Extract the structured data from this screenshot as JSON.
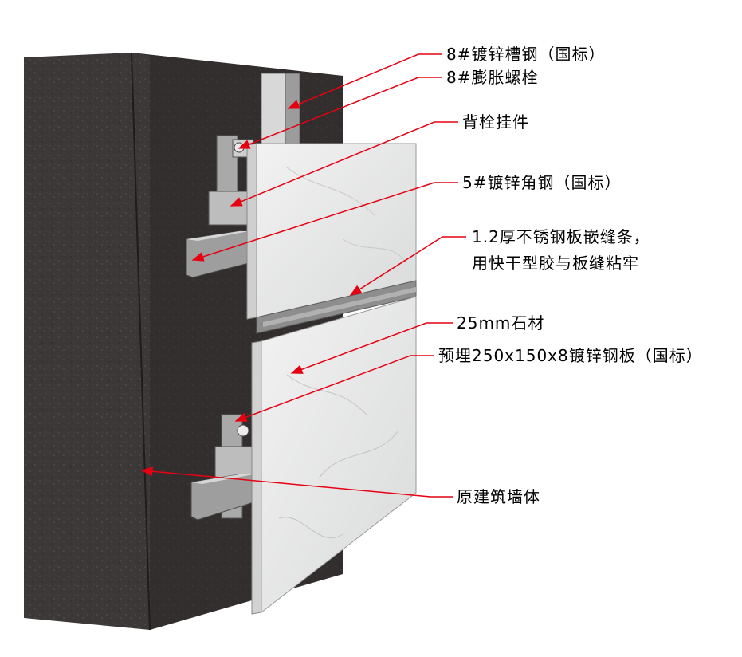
{
  "labels": {
    "channel_steel": "8#镀锌槽钢（国标）",
    "expansion_bolt": "8#膨胀螺栓",
    "back_bolt_hanger": "背栓挂件",
    "angle_steel": "5#镀锌角钢（国标）",
    "joint_strip_line1": "1.2厚不锈钢板嵌缝条，",
    "joint_strip_line2": "用快干型胶与板缝粘牢",
    "stone": "25mm石材",
    "embedded_plate": "预埋250x150x8镀锌钢板（国标）",
    "wall": "原建筑墙体"
  },
  "colors": {
    "leader": "#e60012",
    "wall_front": "#3d3838",
    "wall_side": "#2a2626",
    "stone": "#e9eaea",
    "steel": "#b8b8b8"
  }
}
